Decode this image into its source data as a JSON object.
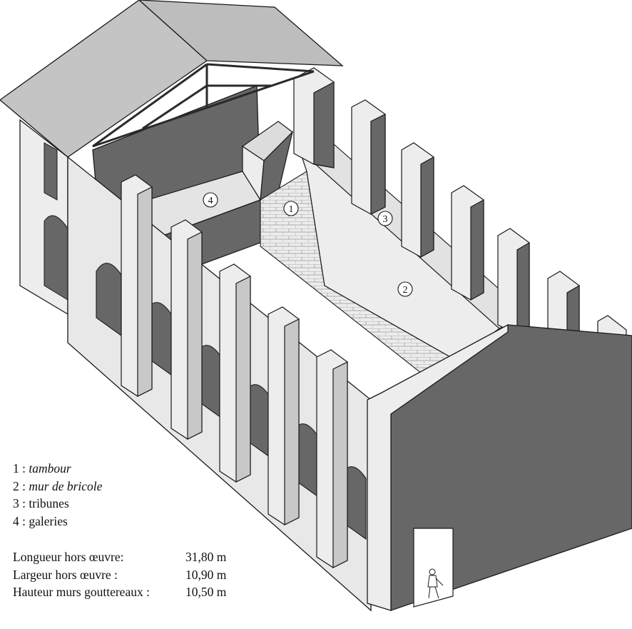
{
  "legend": [
    {
      "num": "1",
      "sep": " : ",
      "term": "tambour",
      "italic": true
    },
    {
      "num": "2",
      "sep": " : ",
      "term": "mur de bricole",
      "italic": true
    },
    {
      "num": "3",
      "sep": " : ",
      "term": "tribunes",
      "italic": false
    },
    {
      "num": "4",
      "sep": " : ",
      "term": "galeries",
      "italic": false
    }
  ],
  "dimensions": [
    {
      "label": "Longueur hors œuvre:",
      "value": "31,80 m"
    },
    {
      "label": "Largeur hors œuvre :",
      "value": "10,90 m"
    },
    {
      "label": "Hauteur murs gouttereaux :",
      "value": "10,50 m"
    }
  ],
  "callouts": [
    "1",
    "2",
    "3",
    "4"
  ],
  "colors": {
    "wall_light": "#ededed",
    "wall_mid": "#c8c8c8",
    "wall_dark": "#676767",
    "roof": "#b9b9b9",
    "outline": "#1a1a1a"
  }
}
